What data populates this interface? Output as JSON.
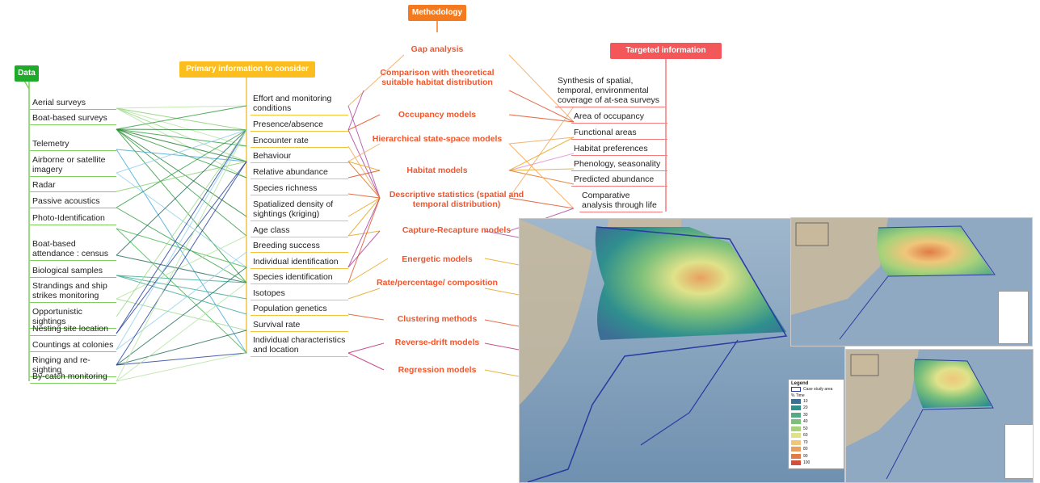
{
  "headers": {
    "methodology": "Methodology",
    "data": "Data",
    "primary": "Primary information to consider",
    "targeted": "Targeted information"
  },
  "data_items": [
    "Aerial surveys",
    "Boat-based surveys",
    "Telemetry",
    "Airborne or satellite imagery",
    "Radar",
    "Passive acoustics",
    "Photo-Identification",
    "Boat-based attendance : census",
    "Biological samples",
    "Strandings and ship strikes monitoring",
    "Opportunistic sightings",
    "Nesting site location",
    "Countings at colonies",
    "Ringing and re-sighting",
    "By-catch monitoring"
  ],
  "primary_items": [
    "Effort and monitoring conditions",
    "Presence/absence",
    "Encounter rate",
    "Behaviour",
    "Relative abundance",
    "Species richness",
    "Spatialized density of sightings (kriging)",
    "Age class",
    "Breeding success",
    "Individual identification",
    "Species identification",
    "Isotopes",
    "Population genetics",
    "Survival rate",
    "Individual characteristics and location"
  ],
  "methods": [
    "Gap analysis",
    "Comparison with theoretical suitable habitat distribution",
    "Occupancy models",
    "Hierarchical state-space models",
    "Habitat models",
    "Descriptive statistics (spatial and temporal distribution)",
    "Capture-Recapture models",
    "Energetic models",
    "Rate/percentage/ composition",
    "Clustering methods",
    "Reverse-drift models",
    "Regression models"
  ],
  "targeted_items": [
    "Synthesis of spatial, temporal, environmental coverage of at-sea surveys",
    "Area of occupancy",
    "Functional areas",
    "Habitat preferences",
    "Phenology, seasonality",
    "Predicted abundance",
    "Comparative analysis through life"
  ],
  "legend": {
    "title": "Legend",
    "boundary": "Case study area",
    "scale_title": "% Time",
    "classes": [
      "10",
      "20",
      "30",
      "40",
      "50",
      "60",
      "70",
      "80",
      "90",
      "100"
    ],
    "colors": [
      "#3d6f95",
      "#2f8f8e",
      "#55aa86",
      "#7cc07a",
      "#a8d27a",
      "#dfe28a",
      "#f0c67a",
      "#e8a060",
      "#df7c48",
      "#d2503c"
    ]
  },
  "colors": {
    "methodology": "#f47a1f",
    "data": "#1faa2a",
    "primary": "#fbbe1e",
    "targeted": "#f4575a",
    "method_text": "#f2552c"
  }
}
